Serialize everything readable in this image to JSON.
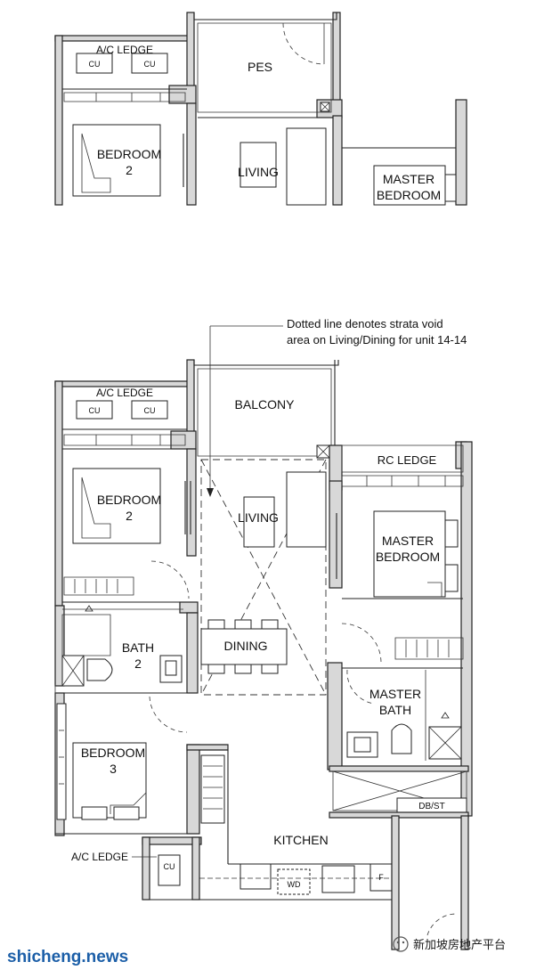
{
  "top_plan": {
    "rooms": {
      "ac_ledge": "A/C LEDGE",
      "cu_1": "CU",
      "cu_2": "CU",
      "pes": "PES",
      "bedroom2_a": "BEDROOM",
      "bedroom2_b": "2",
      "living": "LIVING",
      "master_a": "MASTER",
      "master_b": "BEDROOM"
    }
  },
  "main_plan": {
    "annotation": {
      "line1": "Dotted line denotes strata void",
      "line2": "area on Living/Dining for unit 14-14"
    },
    "rooms": {
      "ac_ledge_top": "A/C LEDGE",
      "cu_1": "CU",
      "cu_2": "CU",
      "balcony": "BALCONY",
      "rc_ledge": "RC LEDGE",
      "bedroom2_a": "BEDROOM",
      "bedroom2_b": "2",
      "living": "LIVING",
      "master_a": "MASTER",
      "master_b": "BEDROOM",
      "bath2_a": "BATH",
      "bath2_b": "2",
      "dining": "DINING",
      "master_bath_a": "MASTER",
      "master_bath_b": "BATH",
      "bedroom3_a": "BEDROOM",
      "bedroom3_b": "3",
      "db_st": "DB/ST",
      "kitchen": "KITCHEN",
      "ac_ledge_bottom": "A/C LEDGE",
      "cu_3": "CU",
      "wd": "WD",
      "f": "F"
    }
  },
  "watermark": {
    "left": "shicheng.news",
    "right": "新加坡房地产平台"
  }
}
